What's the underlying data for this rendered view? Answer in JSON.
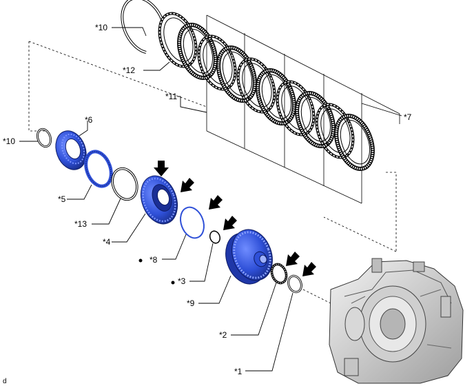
{
  "callouts": [
    {
      "id": "10a",
      "text": "*10"
    },
    {
      "id": "12",
      "text": "*12"
    },
    {
      "id": "11",
      "text": "*11"
    },
    {
      "id": "7",
      "text": "*7"
    },
    {
      "id": "6",
      "text": "*6"
    },
    {
      "id": "10b",
      "text": "*10"
    },
    {
      "id": "5",
      "text": "*5"
    },
    {
      "id": "13",
      "text": "*13"
    },
    {
      "id": "4",
      "text": "*4"
    },
    {
      "id": "8",
      "text": "*8"
    },
    {
      "id": "3",
      "text": "*3"
    },
    {
      "id": "9",
      "text": "*9"
    },
    {
      "id": "2",
      "text": "*2"
    },
    {
      "id": "1",
      "text": "*1"
    }
  ],
  "corner_mark": "d",
  "colors": {
    "part_blue": "#2f50d8",
    "part_blue_dark": "#1a2f9a",
    "line": "#000000",
    "housing": "#d9d9d9"
  },
  "icons": [
    "arrow-icon"
  ]
}
